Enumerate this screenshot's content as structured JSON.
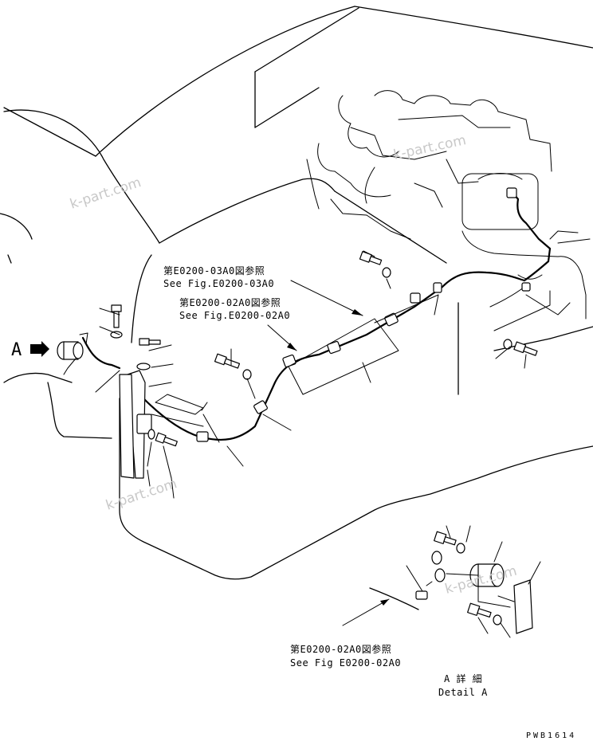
{
  "callouts": {
    "ref_top_jp": "第E0200-03A0図参照",
    "ref_top_en": "See Fig.E0200-03A0",
    "ref_mid_jp": "第E0200-02A0図参照",
    "ref_mid_en": "See Fig.E0200-02A0",
    "ref_bottom_jp": "第E0200-02A0図参照",
    "ref_bottom_en": "See Fig E0200-02A0",
    "view_marker": "A",
    "detail_jp": "A 詳 細",
    "detail_en": "Detail A",
    "drawing_code": "PWB1614"
  },
  "watermarks": [
    "k-part.com",
    "k-part.com",
    "k-part.com",
    "k-part.com"
  ]
}
